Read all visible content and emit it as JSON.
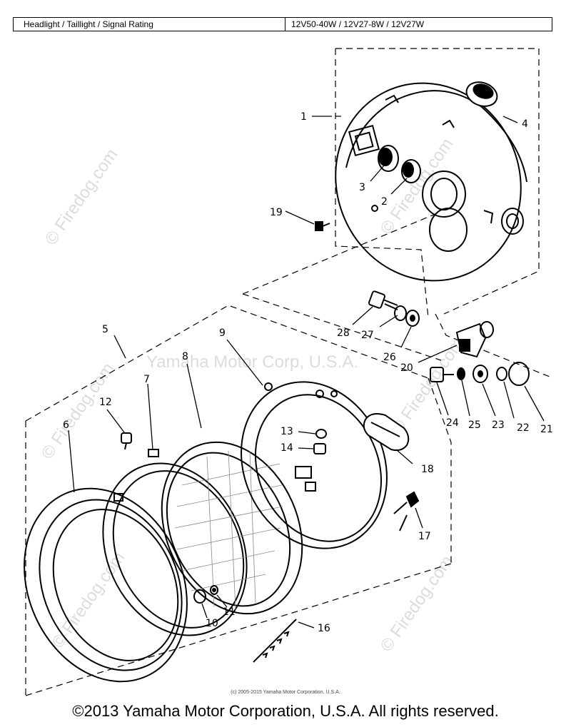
{
  "spec": {
    "label": "Headlight / Taillight / Signal Rating",
    "value": "12V50-40W / 12V27-8W / 12V27W"
  },
  "watermarks": {
    "center": "Yamaha Motor Corp, U.S.A.",
    "site": "© Firedog.com"
  },
  "parts": [
    {
      "id": "1",
      "label": "1"
    },
    {
      "id": "2",
      "label": "2"
    },
    {
      "id": "3",
      "label": "3"
    },
    {
      "id": "4",
      "label": "4"
    },
    {
      "id": "5",
      "label": "5"
    },
    {
      "id": "6",
      "label": "6"
    },
    {
      "id": "7",
      "label": "7"
    },
    {
      "id": "8",
      "label": "8"
    },
    {
      "id": "9",
      "label": "9"
    },
    {
      "id": "10",
      "label": "10"
    },
    {
      "id": "11",
      "label": "11"
    },
    {
      "id": "12",
      "label": "12"
    },
    {
      "id": "13",
      "label": "13"
    },
    {
      "id": "14",
      "label": "14"
    },
    {
      "id": "16",
      "label": "16"
    },
    {
      "id": "17",
      "label": "17"
    },
    {
      "id": "18",
      "label": "18"
    },
    {
      "id": "19",
      "label": "19"
    },
    {
      "id": "20",
      "label": "20"
    },
    {
      "id": "21",
      "label": "21"
    },
    {
      "id": "22",
      "label": "22"
    },
    {
      "id": "23",
      "label": "23"
    },
    {
      "id": "24",
      "label": "24"
    },
    {
      "id": "25",
      "label": "25"
    },
    {
      "id": "26",
      "label": "26"
    },
    {
      "id": "27",
      "label": "27"
    },
    {
      "id": "28",
      "label": "28"
    }
  ],
  "footer": {
    "small_credit": "(c) 2005-2015 Yamaha Motor Corporation, U.S.A.",
    "copyright": "©2013 Yamaha Motor Corporation, U.S.A. All rights reserved."
  }
}
